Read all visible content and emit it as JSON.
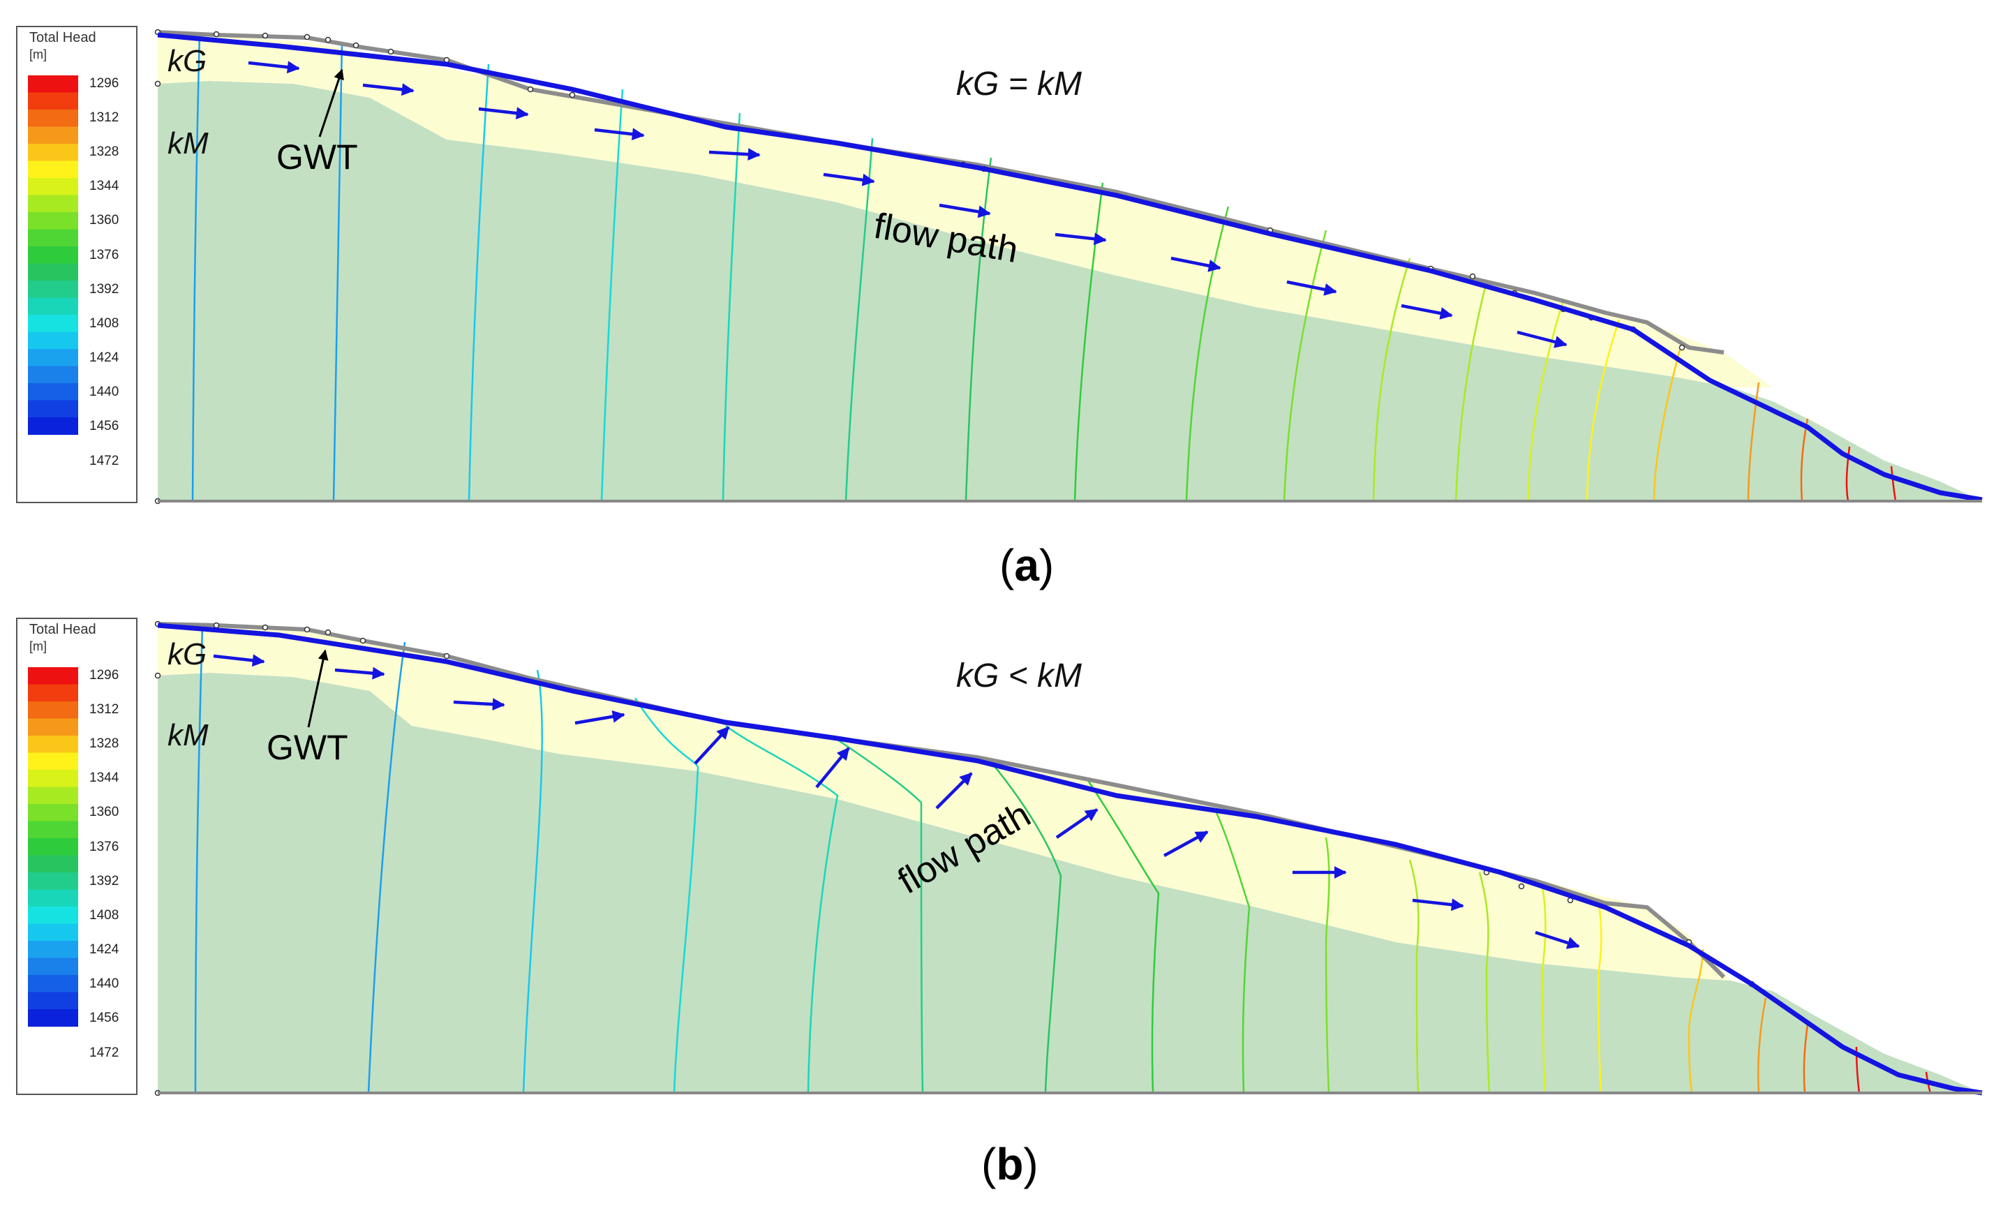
{
  "legend": {
    "title_line1": "Total Head",
    "title_line2": "[m]",
    "ticks": [
      "1296",
      "1312",
      "1328",
      "1344",
      "1360",
      "1376",
      "1392",
      "1408",
      "1424",
      "1440",
      "1456",
      "1472"
    ],
    "colors": [
      "#ee1111",
      "#f23d0f",
      "#f36b12",
      "#f6991a",
      "#fbc61a",
      "#fff21a",
      "#d8f21a",
      "#a8ea22",
      "#7ae02a",
      "#4fd634",
      "#2ecc3c",
      "#28c460",
      "#22cc8a",
      "#1ad6b8",
      "#16e2e2",
      "#16c8ee",
      "#1aa2ee",
      "#1a80ea",
      "#1460e6",
      "#1040e2",
      "#0a22dc"
    ]
  },
  "panels": [
    {
      "caption": "a",
      "condition_label": "kG = kM",
      "layer_label_top": "kG",
      "layer_label_bottom": "kM",
      "gwt_label": "GWT",
      "flow_label": "flow path"
    },
    {
      "caption": "b",
      "condition_label": "kG < kM",
      "layer_label_top": "kG",
      "layer_label_bottom": "kM",
      "gwt_label": "GWT",
      "flow_label": "flow path"
    }
  ],
  "colors": {
    "gwt_line": "#1414e0",
    "ground_surface": "#8c8c8c",
    "upper_layer_fill": "#fdfdd2",
    "lower_layer_fill": "#c3e0c3",
    "arrow": "#1414e0",
    "equipotential_left": "#1aa2ee",
    "equipotential_right": "#e04010"
  }
}
